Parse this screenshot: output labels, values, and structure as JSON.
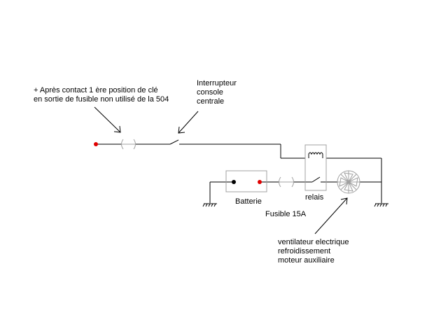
{
  "labels": {
    "contact_line1": "+ Après contact 1 ère position de clé",
    "contact_line2": "en sortie de fusible non utilisé de la 504",
    "interrupteur_line1": "Interrupteur",
    "interrupteur_line2": "console",
    "interrupteur_line3": "centrale",
    "batterie": "Batterie",
    "relais": "relais",
    "fusible": "Fusible 15A",
    "ventilateur_line1": "ventilateur electrique",
    "ventilateur_line2": "refroidissement",
    "ventilateur_line3": "moteur auxiliaire"
  },
  "colors": {
    "wire": "#000000",
    "positive_terminal": "#e00000",
    "negative_terminal": "#000000",
    "component_outline": "#a0a0a0"
  }
}
